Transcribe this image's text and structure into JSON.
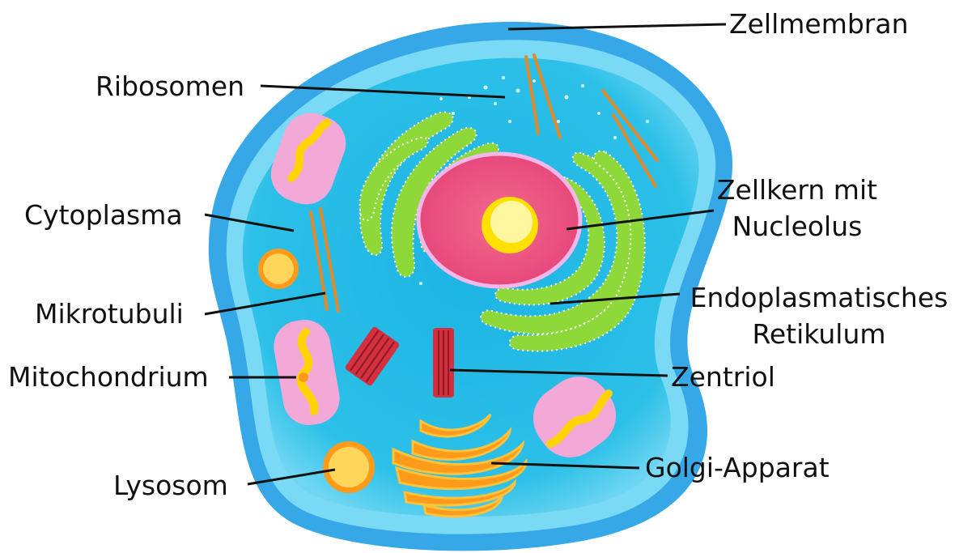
{
  "labels": {
    "zellmembran": "Zellmembran",
    "ribosomen": "Ribosomen",
    "zellkern": "Zellkern mit Nucleolus",
    "cytoplasma": "Cytoplasma",
    "endoplasmatisches": "Endoplasmatisches Retikulum",
    "mikrotubuli": "Mikrotubuli",
    "mitochondrium": "Mitochondrium",
    "zentriol": "Zentriol",
    "golgi": "Golgi-Apparat",
    "lysosom": "Lysosom"
  },
  "colors": {
    "membrane": "#36a8e8",
    "cytoplasm": "#2cc0e8",
    "nucleus": "#ee5a82",
    "nucleolus": "#fff27a",
    "er": "#8ed83a",
    "mitochondria": "#f2a9d8",
    "golgi": "#ff9a1a",
    "centriole": "#d5303f",
    "microtubule": "#e0892a",
    "lysosome": "#ffbf2a"
  }
}
